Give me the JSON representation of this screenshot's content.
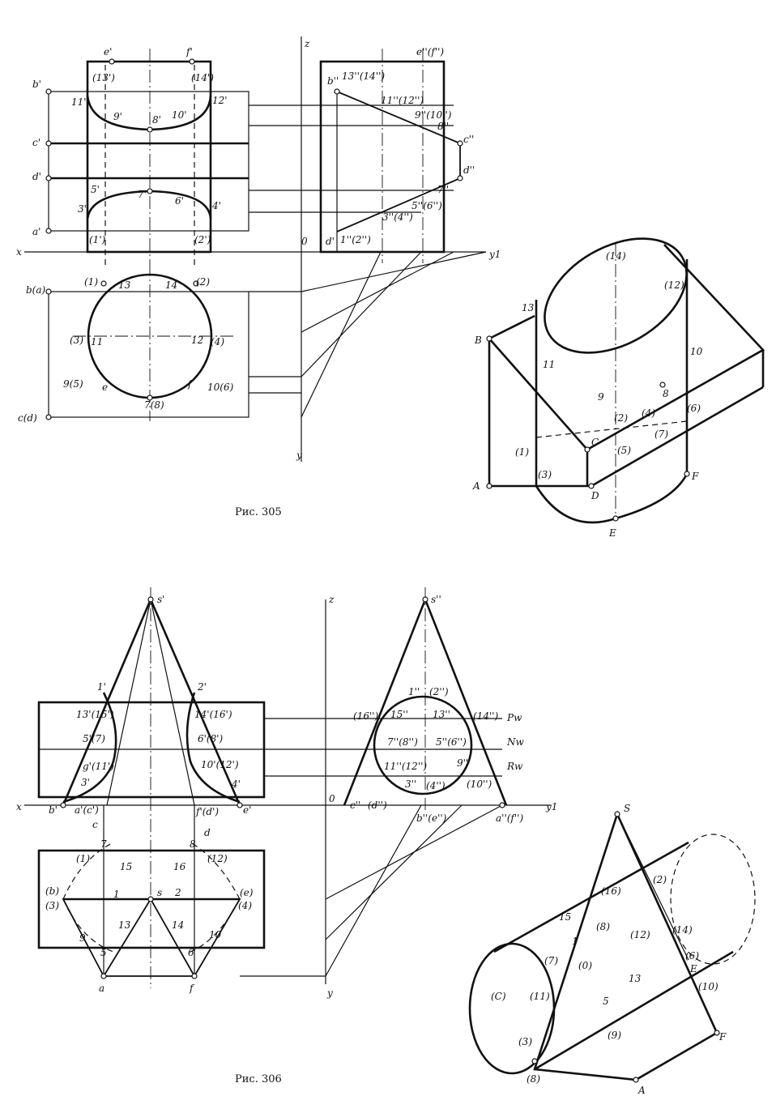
{
  "figures": [
    {
      "caption": "Рис. 305"
    },
    {
      "caption": "Рис. 306"
    }
  ],
  "fig305": {
    "front": [
      "e'",
      "f'",
      "b'",
      "c'",
      "d'",
      "a'",
      "11'",
      "(13')",
      "(14')",
      "12'",
      "9'",
      "8'",
      "10'",
      "5'",
      "7'",
      "6'",
      "3'",
      "4'",
      "(1')",
      "(2')"
    ],
    "side": [
      "z",
      "e''(f'')",
      "b''",
      "13''(14'')",
      "11''(12'')",
      "9''(10'')",
      "8''",
      "c''",
      "d''",
      "7''",
      "5''(6'')",
      "3''(4'')",
      "d'",
      "1''(2'')",
      "0"
    ],
    "axes": [
      "x",
      "y1",
      "y"
    ],
    "top": [
      "b(a)",
      "(1)",
      "13",
      "14",
      "(2)",
      "(3)",
      "11",
      "12",
      "(4)",
      "9(5)",
      "e",
      "f",
      "10(6)",
      "7(8)",
      "c(d)"
    ],
    "iso": [
      "(14)",
      "(12)",
      "13",
      "B",
      "10",
      "11",
      "9",
      "8",
      "(2)",
      "(4)",
      "(6)",
      "(7)",
      "(1)",
      "C",
      "(5)",
      "(3)",
      "A",
      "D",
      "F",
      "E"
    ]
  },
  "fig306": {
    "front": [
      "s'",
      "1'",
      "2'",
      "13'(15')",
      "14'(16')",
      "5'(7)",
      "6'(8')",
      "g'(11')",
      "10'(12')",
      "3'",
      "4'",
      "b'",
      "a'(c')",
      "f'(d')",
      "e'",
      "c",
      "d"
    ],
    "side": [
      "z",
      "s''",
      "1''",
      "(2'')",
      "(16'')",
      "15''",
      "13''",
      "(14'')",
      "Pw",
      "7''(8'')",
      "5''(6'')",
      "Nw",
      "11''(12'')",
      "9''",
      "Rw",
      "3''",
      "(4'')",
      "(10'')",
      "0",
      "c''",
      "(d'')",
      "b''(e'')",
      "a''(f'')"
    ],
    "axes": [
      "x",
      "y1",
      "y"
    ],
    "top": [
      "7",
      "8",
      "(1)",
      "15",
      "16",
      "(12)",
      "(b)",
      "(e)",
      "(3)",
      "1",
      "s",
      "2",
      "(4)",
      "13",
      "14",
      "9",
      "10",
      "5",
      "6",
      "a",
      "f"
    ],
    "iso": [
      "S",
      "(2)",
      "15",
      "(16)",
      "(8)",
      "(12)",
      "(14)",
      "(7)",
      "1",
      "(6)",
      "(0)",
      "(C)",
      "13",
      "E",
      "(10)",
      "(11)",
      "5",
      "(9)",
      "(3)",
      "F",
      "(8)",
      "A"
    ]
  }
}
